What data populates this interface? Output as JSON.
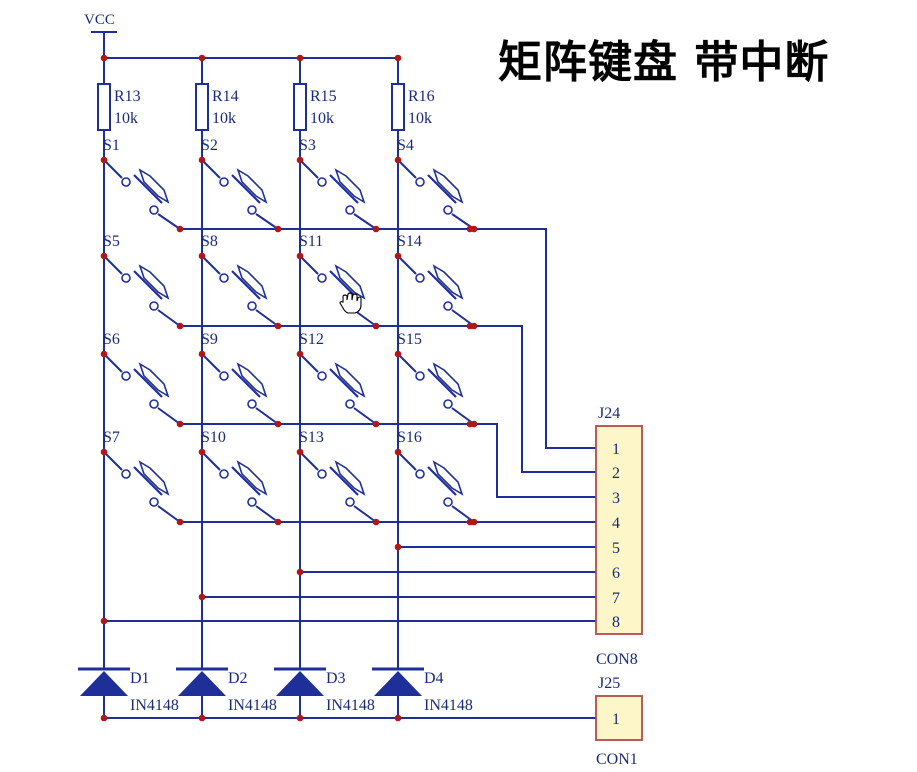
{
  "title": "矩阵键盘  带中断",
  "colors": {
    "wire": "#1f2f9a",
    "junction": "#b01818",
    "component": "#1f2f9a",
    "connector_fill": "#fdf6c8",
    "connector_border": "#b24a4a"
  },
  "vcc_label": "VCC",
  "resistors": [
    {
      "ref": "R13",
      "value": "10k"
    },
    {
      "ref": "R14",
      "value": "10k"
    },
    {
      "ref": "R15",
      "value": "10k"
    },
    {
      "ref": "R16",
      "value": "10k"
    }
  ],
  "switch_rows": [
    [
      "S1",
      "S2",
      "S3",
      "S4"
    ],
    [
      "S5",
      "S8",
      "S11",
      "S14"
    ],
    [
      "S6",
      "S9",
      "S12",
      "S15"
    ],
    [
      "S7",
      "S10",
      "S13",
      "S16"
    ]
  ],
  "diodes": [
    {
      "ref": "D1",
      "part": "IN4148"
    },
    {
      "ref": "D2",
      "part": "IN4148"
    },
    {
      "ref": "D3",
      "part": "IN4148"
    },
    {
      "ref": "D4",
      "part": "IN4148"
    }
  ],
  "connector_j24": {
    "ref": "J24",
    "type": "CON8",
    "pins": [
      "1",
      "2",
      "3",
      "4",
      "5",
      "6",
      "7",
      "8"
    ]
  },
  "connector_j25": {
    "ref": "J25",
    "type": "CON1",
    "pins": [
      "1"
    ]
  }
}
